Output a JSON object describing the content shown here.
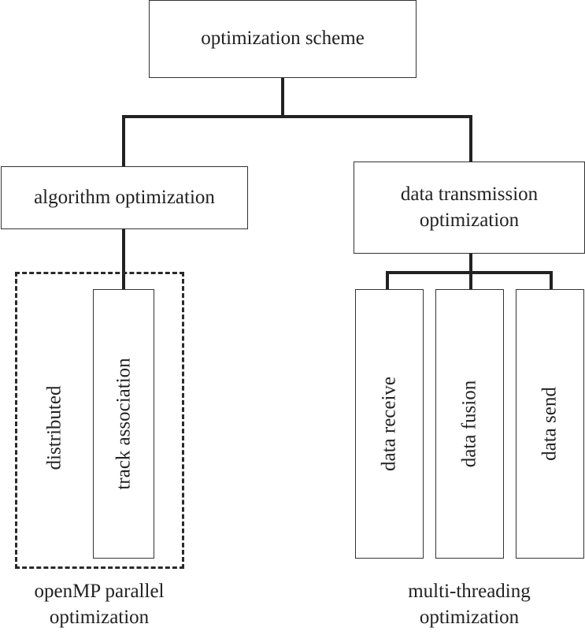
{
  "root": {
    "label": "optimization scheme"
  },
  "left_branch": {
    "label": "algorithm optimization",
    "items": [
      "distributed",
      "track association"
    ],
    "caption": [
      "openMP parallel",
      "optimization"
    ]
  },
  "right_branch": {
    "label": [
      "data transmission",
      "optimization"
    ],
    "items": [
      "data receive",
      "data fusion",
      "data send"
    ],
    "caption": [
      "multi-threading",
      "optimization"
    ]
  }
}
